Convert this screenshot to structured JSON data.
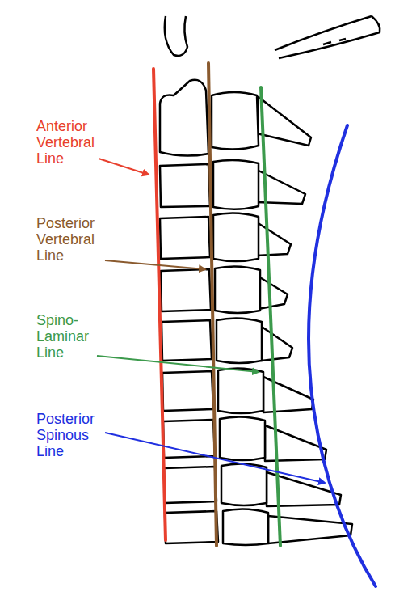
{
  "diagram": {
    "labels": [
      "Anterior Vertebral Line",
      "Posterior Vertebral Line",
      "Spino- Laminar Line",
      "Posterior Spinous Line"
    ]
  }
}
